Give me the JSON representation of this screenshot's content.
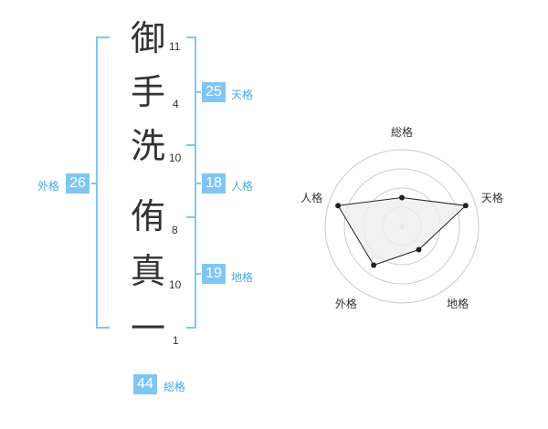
{
  "name": {
    "characters": [
      {
        "char": "御",
        "strokes": "11"
      },
      {
        "char": "手",
        "strokes": "4"
      },
      {
        "char": "洗",
        "strokes": "10"
      },
      {
        "char": "侑",
        "strokes": "8"
      },
      {
        "char": "真",
        "strokes": "10"
      },
      {
        "char": "一",
        "strokes": "1"
      }
    ]
  },
  "fortune": {
    "tenkaku": {
      "value": "25",
      "label": "天格"
    },
    "jinkaku": {
      "value": "18",
      "label": "人格"
    },
    "chikaku": {
      "value": "19",
      "label": "地格"
    },
    "gaikaku": {
      "value": "26",
      "label": "外格"
    },
    "soukaku": {
      "value": "44",
      "label": "総格"
    }
  },
  "chart_data": {
    "type": "radar",
    "axes": [
      "総格",
      "天格",
      "地格",
      "外格",
      "人格"
    ],
    "values": [
      1.5,
      3.5,
      1.5,
      2.5,
      3.5
    ],
    "max": 4,
    "rings": 4,
    "colors": {
      "line": "#222222",
      "fill": "#eeeeee",
      "ring": "#cccccc",
      "center": "#cccccc"
    }
  },
  "colors": {
    "accent": "#7fc6f5",
    "bracket": "#7fc6f5"
  }
}
